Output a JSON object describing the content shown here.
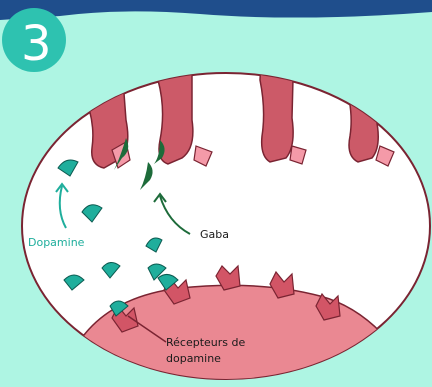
{
  "step_number": "3",
  "labels": {
    "dopamine": "Dopamine",
    "gaba": "Gaba",
    "receptors_line1": "Récepteurs de",
    "receptors_line2": "dopamine"
  },
  "colors": {
    "background": "#aef5e3",
    "top_band": "#1f4e8c",
    "step_badge": "#2ec2b0",
    "circle_fill": "#ffffff",
    "circle_stroke": "#7a2432",
    "terminal_fill": "#cc5a68",
    "terminal_tip": "#f49aa8",
    "postsynaptic_fill": "#ea8892",
    "postsynaptic_dark": "#d25566",
    "dopamine_color": "#1fae9c",
    "gaba_color": "#1d6b3a",
    "dopamine_label_color": "#1fae9c",
    "gaba_label_color": "#1a1a1a",
    "receptor_label_color": "#1a1a1a"
  }
}
